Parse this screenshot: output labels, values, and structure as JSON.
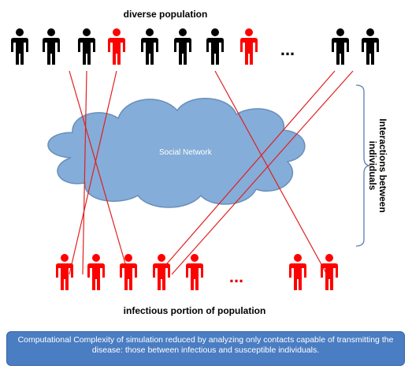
{
  "top_label": "diverse population",
  "bottom_label": "infectious portion of population",
  "cloud_label": "Social Network",
  "brace_label_line1": "Interactions between",
  "brace_label_line2": "individuals",
  "ellipsis": "...",
  "note_text": "Computational Complexity of simulation reduced by analyzing only contacts capable of transmitting the disease: those between infectious and susceptible individuals.",
  "colors": {
    "susceptible": "#000000",
    "infectious": "#ff0000",
    "cloud_fill": "#7aa7d6",
    "cloud_stroke": "#5d86b5",
    "brace": "#5a7fb5",
    "link": "#e02020",
    "note_bg": "#4a7dc2"
  },
  "top_row": [
    "susceptible",
    "susceptible",
    "susceptible",
    "infectious",
    "susceptible",
    "susceptible",
    "susceptible",
    "infectious",
    "susceptible",
    "susceptible"
  ],
  "bottom_row": [
    "infectious",
    "infectious",
    "infectious",
    "infectious",
    "infectious",
    "infectious",
    "infectious"
  ]
}
